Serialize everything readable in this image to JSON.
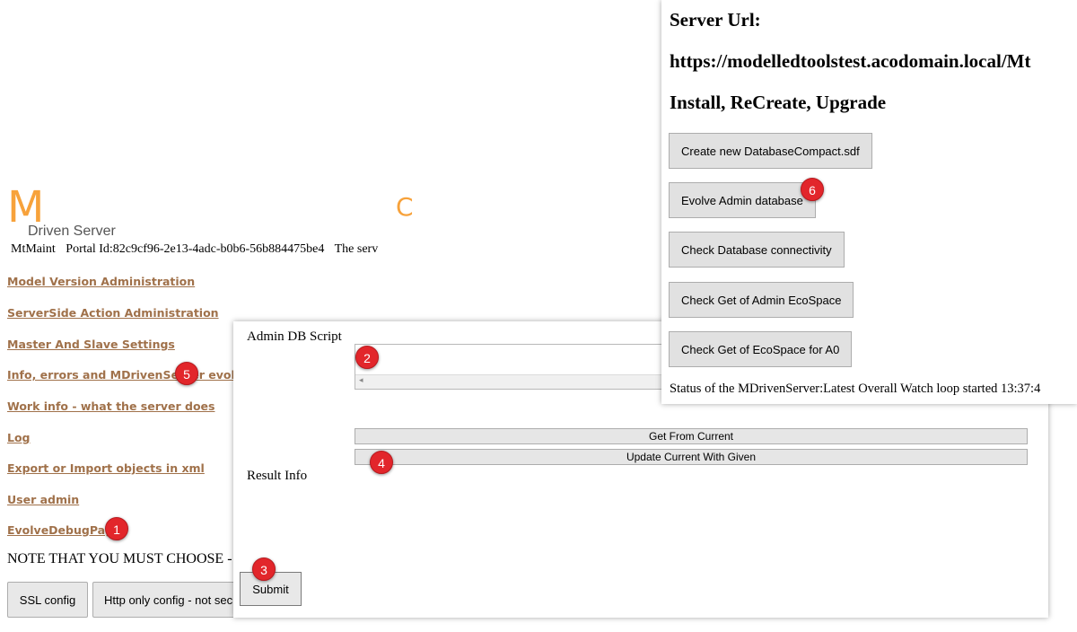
{
  "logo": {
    "mark": "M",
    "subtitle": "Driven Server",
    "right_letter": "C"
  },
  "portal": {
    "app": "MtMaint",
    "portal_id": "Portal Id:82c9cf96-2e13-4adc-b0b6-56b884475be4",
    "status_prefix": "The serv"
  },
  "nav": {
    "links": [
      "Model Version Administration",
      "ServerSide Action Administration",
      "Master And Slave Settings",
      "Info, errors and MDrivenServer evolve",
      "Work info - what the server does",
      "Log",
      "Export or Import objects in xml",
      "User admin",
      "EvolveDebugPage"
    ]
  },
  "note": "NOTE THAT YOU MUST CHOOSE -",
  "config_buttons": {
    "ssl": "SSL config",
    "http": "Http only config - not sec"
  },
  "admin": {
    "script_label": "Admin DB Script",
    "scroll_left_glyph": "◂",
    "get_from_current": "Get From Current",
    "update_current": "Update Current With Given",
    "result_label": "Result Info",
    "submit": "Submit"
  },
  "server": {
    "url_heading": "Server Url:",
    "url": "https://modelledtoolstest.acodomain.local/Mt",
    "install_heading": "Install, ReCreate, Upgrade",
    "buttons": [
      "Create new DatabaseCompact.sdf",
      "Evolve Admin database",
      "Check Database connectivity",
      "Check Get of Admin EcoSpace",
      "Check Get of EcoSpace for A0"
    ],
    "status": "Status of the MDrivenServer:Latest Overall Watch loop started 13:37:4"
  },
  "badges": [
    "1",
    "2",
    "3",
    "4",
    "5",
    "6"
  ],
  "colors": {
    "accent": "#f7a23b",
    "link": "#a0714a",
    "badge": "#e2262b"
  }
}
